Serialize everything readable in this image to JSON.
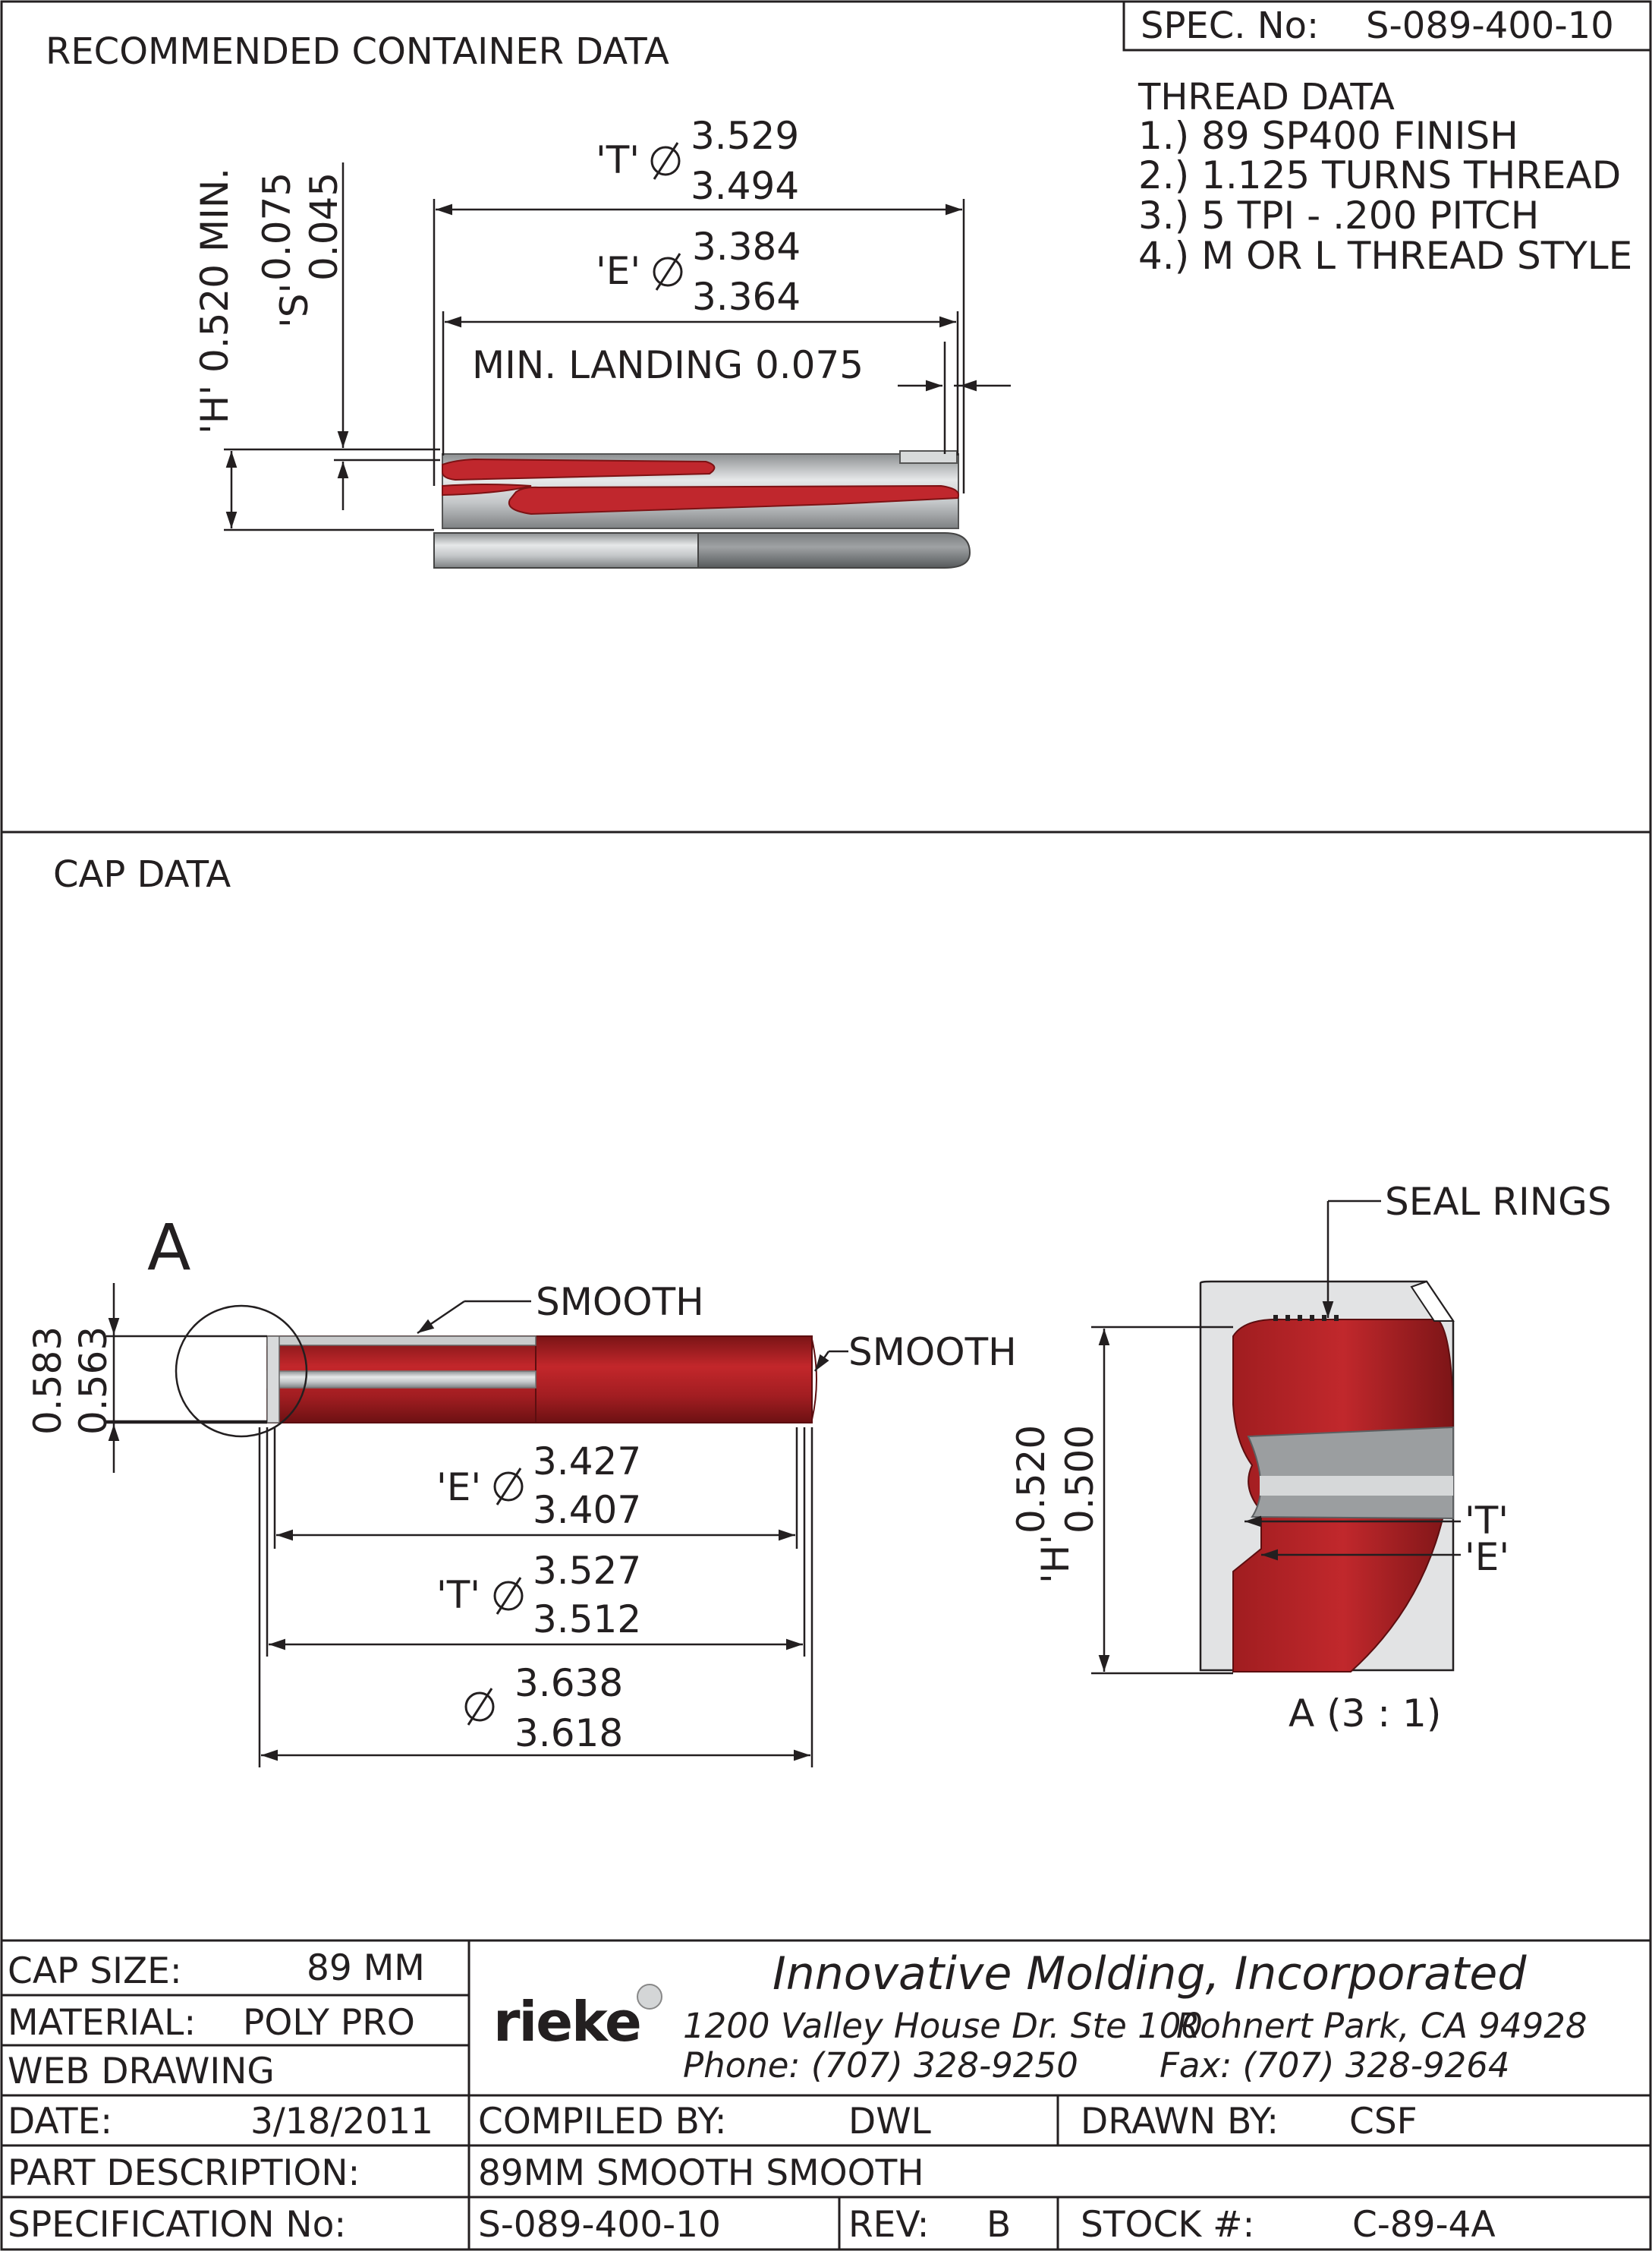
{
  "spec_header": {
    "label": "SPEC.  No:",
    "value": "S-089-400-10"
  },
  "container": {
    "title": "RECOMMENDED CONTAINER DATA",
    "thread_data": {
      "title": "THREAD DATA",
      "items": [
        "1.) 89 SP400 FINISH",
        "2.) 1.125 TURNS THREAD",
        "3.) 5 TPI - .200 PITCH",
        "4.) M OR L THREAD STYLE"
      ]
    },
    "dims": {
      "t_label": "'T'",
      "t_max": "3.529",
      "t_min": "3.494",
      "e_label": "'E'",
      "e_max": "3.384",
      "e_min": "3.364",
      "landing": "MIN. LANDING  0.075",
      "h_text": "'H' 0.520 MIN.",
      "s_label": "'S'",
      "s_max": "0.075",
      "s_min": "0.045"
    }
  },
  "cap": {
    "title": "CAP DATA",
    "detail_letter": "A",
    "smooth_top": "SMOOTH",
    "smooth_side": "SMOOTH",
    "seal_rings": "SEAL RINGS",
    "h_outer": "0.583",
    "h_inner": "0.563",
    "e_label": "'E'",
    "e_max": "3.427",
    "e_min": "3.407",
    "t_label": "'T'",
    "t_max": "3.527",
    "t_min": "3.512",
    "od_max": "3.638",
    "od_min": "3.618",
    "detail_h_label": "'H'",
    "detail_h_max": "0.520",
    "detail_h_min": "0.500",
    "detail_t": "'T'",
    "detail_e": "'E'",
    "detail_caption": "A  (3 : 1)"
  },
  "title_block": {
    "cap_size_label": "CAP SIZE:",
    "cap_size": "89 MM",
    "material_label": "MATERIAL:",
    "material": "POLY PRO",
    "web_drawing": "WEB DRAWING",
    "logo": "rieke",
    "company": "Innovative Molding, Incorporated",
    "address": "1200 Valley House Dr. Ste 100",
    "city": "Rohnert Park, CA 94928",
    "phone": "Phone: (707) 328-9250",
    "fax": "Fax: (707) 328-9264",
    "date_label": "DATE:",
    "date": "3/18/2011",
    "compiled_label": "COMPILED BY:",
    "compiled": "DWL",
    "drawn_label": "DRAWN BY:",
    "drawn": "CSF",
    "part_label": "PART DESCRIPTION:",
    "part": "89MM SMOOTH SMOOTH",
    "spec_label": "SPECIFICATION No:",
    "spec": "S-089-400-10",
    "rev_label": "REV:",
    "rev": "B",
    "stock_label": "STOCK #:",
    "stock": "C-89-4A"
  },
  "colors": {
    "cap_red": "#9e1b1e",
    "thread_red": "#c0272d",
    "metal": "#b9bcbe",
    "line": "#231f20"
  }
}
